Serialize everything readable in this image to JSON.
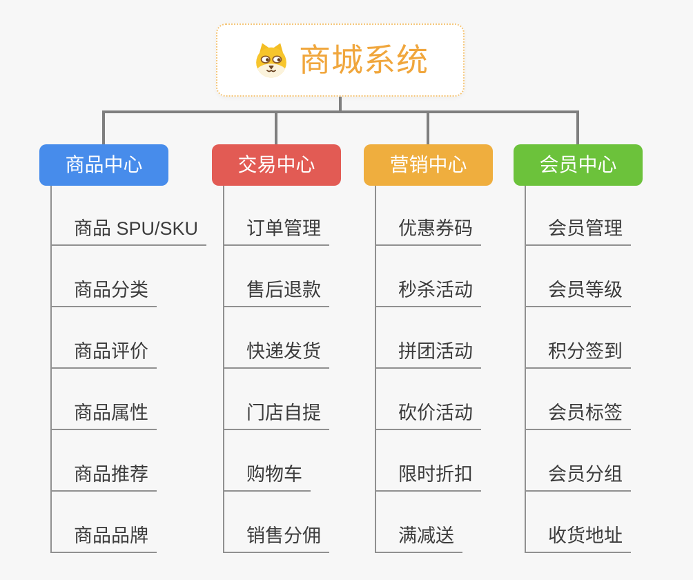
{
  "root": {
    "title": "商城系统",
    "icon": "dog-icon"
  },
  "branches": [
    {
      "label": "商品中心",
      "color": "#478ceb",
      "children": [
        "商品 SPU/SKU",
        "商品分类",
        "商品评价",
        "商品属性",
        "商品推荐",
        "商品品牌"
      ]
    },
    {
      "label": "交易中心",
      "color": "#e25b54",
      "children": [
        "订单管理",
        "售后退款",
        "快递发货",
        "门店自提",
        "购物车",
        "销售分佣"
      ]
    },
    {
      "label": "营销中心",
      "color": "#efae3e",
      "children": [
        "优惠券码",
        "秒杀活动",
        "拼团活动",
        "砍价活动",
        "限时折扣",
        "满减送"
      ]
    },
    {
      "label": "会员中心",
      "color": "#6cc23b",
      "children": [
        "会员管理",
        "会员等级",
        "积分签到",
        "会员标签",
        "会员分组",
        "收货地址"
      ]
    }
  ],
  "colors": {
    "background": "#f7f7f7",
    "root_title": "#f0a63c",
    "root_border": "#f5c679",
    "connector_main": "#7f7f7f",
    "connector_child": "#909090",
    "child_text": "#3c3c3c"
  }
}
